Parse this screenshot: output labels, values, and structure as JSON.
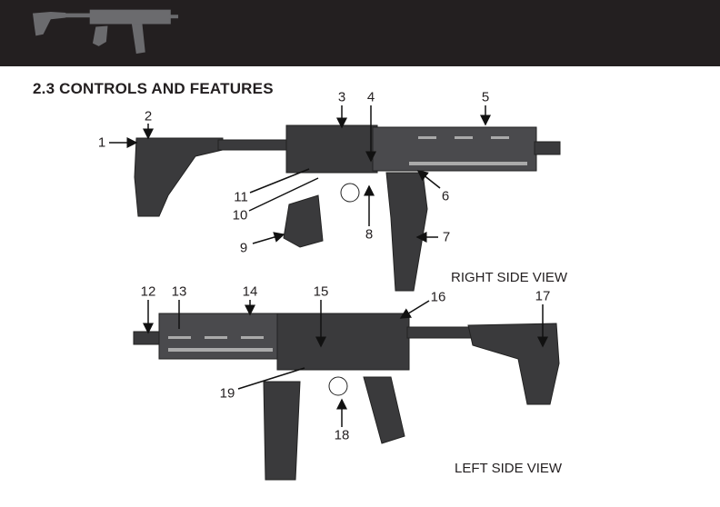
{
  "section_title": "2.3  CONTROLS AND FEATURES",
  "views": {
    "right": "RIGHT SIDE VIEW",
    "left": "LEFT SIDE VIEW"
  },
  "callouts": [
    "1",
    "2",
    "3",
    "4",
    "5",
    "6",
    "7",
    "8",
    "9",
    "10",
    "11",
    "12",
    "13",
    "14",
    "15",
    "16",
    "17",
    "18",
    "19"
  ],
  "colors": {
    "banner": "#231f20",
    "gun": "#3a3a3c",
    "gun_light": "#6b6b6e"
  }
}
